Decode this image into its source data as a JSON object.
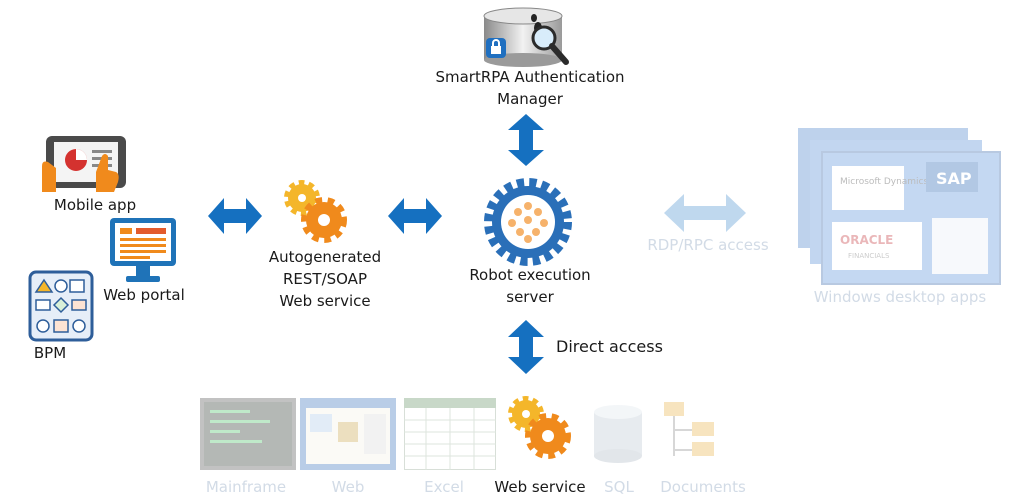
{
  "auth_manager": {
    "line1": "SmartRPA Authentication",
    "line2": "Manager"
  },
  "clients": {
    "mobile": "Mobile app",
    "web_portal": "Web portal",
    "bpm": "BPM"
  },
  "service": {
    "line1": "Autogenerated",
    "line2": "REST/SOAP",
    "line3": "Web service"
  },
  "server": {
    "line1": "Robot execution",
    "line2": "server"
  },
  "rdp": {
    "label": "RDP/RPC access"
  },
  "desktop": {
    "label": "Windows desktop apps",
    "vendor1": "Microsoft Dynamics",
    "vendor2": "SAP",
    "vendor3": "ORACLE",
    "vendor3_sub": "FINANCIALS"
  },
  "direct": {
    "label": "Direct access"
  },
  "targets": {
    "mainframe": "Mainframe",
    "web": "Web",
    "excel": "Excel",
    "web_service": "Web service",
    "sql": "SQL",
    "documents": "Documents"
  },
  "colors": {
    "arrow_blue": "#1570c0",
    "arrow_faded": "#bfd8ee",
    "gear_orange": "#f08a1c",
    "gear_yellow": "#f4b62a",
    "server_ring": "#2a6fb8",
    "faded_text": "#d2dbe6"
  }
}
